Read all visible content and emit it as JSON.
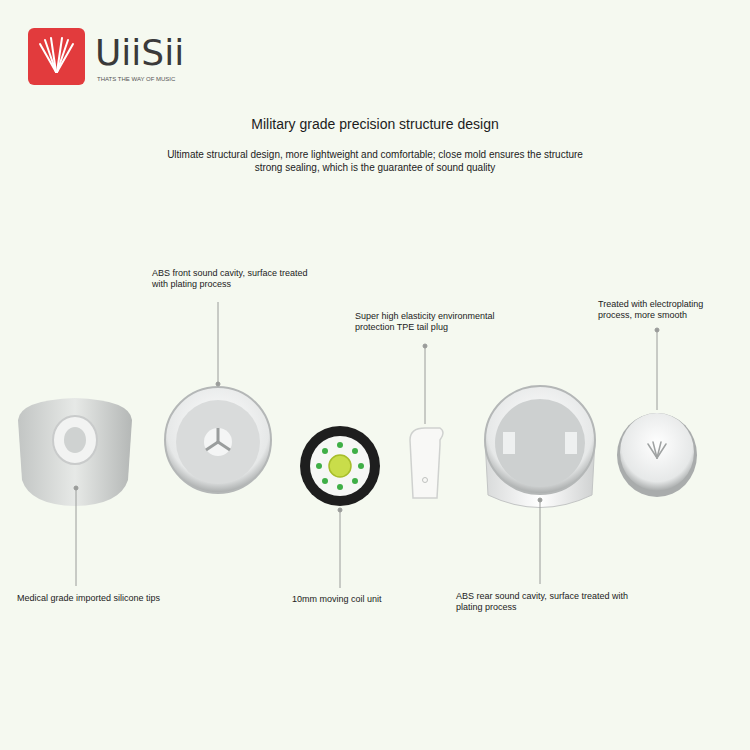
{
  "diagram": {
    "title": "Military grade precision structure design",
    "labels": [
      "UiiSii",
      "THATS THE WAY OF MUSIC",
      "Ultimate structural design, more lightweight and comfortable; close mold ensures the structure strong sealing, which is the guarantee of sound quality",
      "ABS front sound cavity, surface treated with plating process",
      "Super high elasticity environmental protection TPE tail plug",
      "Treated with electroplating process, more smooth",
      "Medical grade imported silicone tips",
      "10mm moving coil unit",
      "ABS rear sound cavity, surface treated with plating process"
    ]
  }
}
